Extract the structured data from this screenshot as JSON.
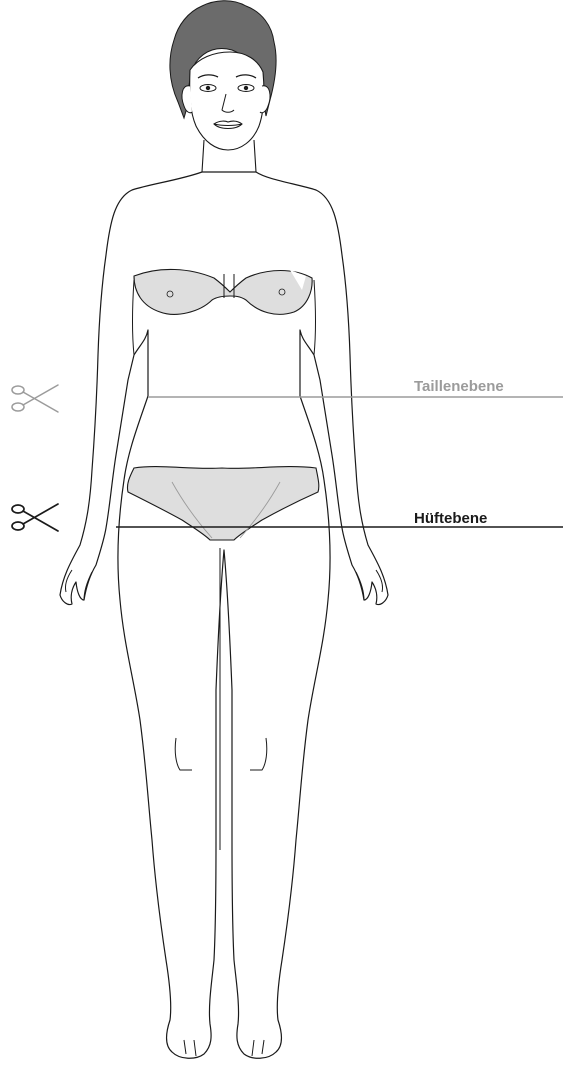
{
  "levels": [
    {
      "label": "Taillenebene",
      "color": "#9b9b9b"
    },
    {
      "label": "Hüftebene",
      "color": "#1a1a1a"
    }
  ],
  "colors": {
    "outline": "#1a1a1a",
    "underwear_fill": "#dedede",
    "hair": "#6b6b6b"
  },
  "icons": [
    "scissors-icon-waist",
    "scissors-icon-hip"
  ]
}
